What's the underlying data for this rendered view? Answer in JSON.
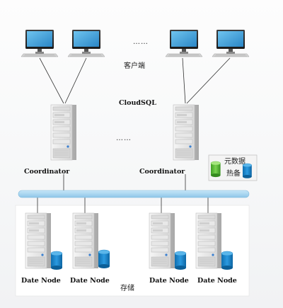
{
  "labels": {
    "clients": "客户端",
    "cloudsql": "CloudSQL",
    "ellipsis_top": "……",
    "ellipsis_mid": "……",
    "coordinator_left": "Coordinator",
    "coordinator_right": "Coordinator",
    "metadata": "元数据",
    "hot_backup": "热备",
    "storage": "存储",
    "node_1": "Date Node",
    "node_2": "Date Node",
    "node_3": "Date Node",
    "node_4": "Date Node"
  },
  "colors": {
    "bus": "#a8d4ee",
    "cylinder_blue": "#1a84c9",
    "cylinder_green": "#5fbf3a",
    "server_body": "#ececec",
    "line": "#333333"
  }
}
